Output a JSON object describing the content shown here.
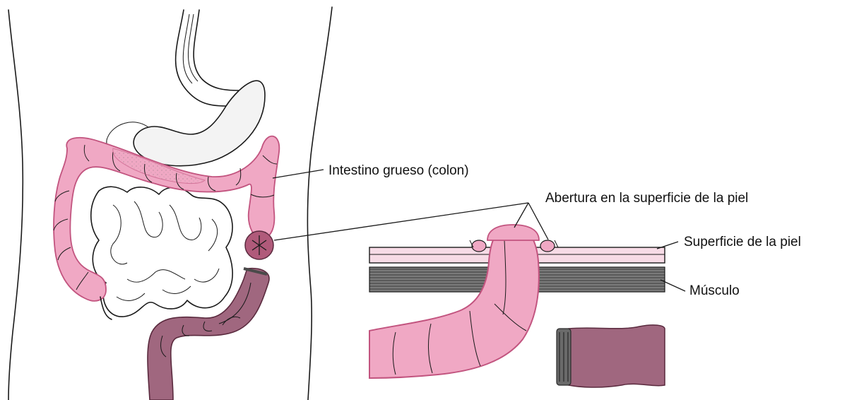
{
  "labels": {
    "large_intestine": "Intestino grueso (colon)",
    "skin_opening": "Abertura en la superficie de la piel",
    "skin_surface": "Superficie de la piel",
    "muscle": "Músculo"
  },
  "colors": {
    "colon_pink": "#f0a8c4",
    "colon_outline": "#c2547f",
    "rectum_mauve": "#a0677f",
    "stoma_dark": "#b05a7a",
    "skin_layer": "#f7dbe6",
    "muscle_layer": "#5a5a5a",
    "line": "#1a1a1a"
  }
}
